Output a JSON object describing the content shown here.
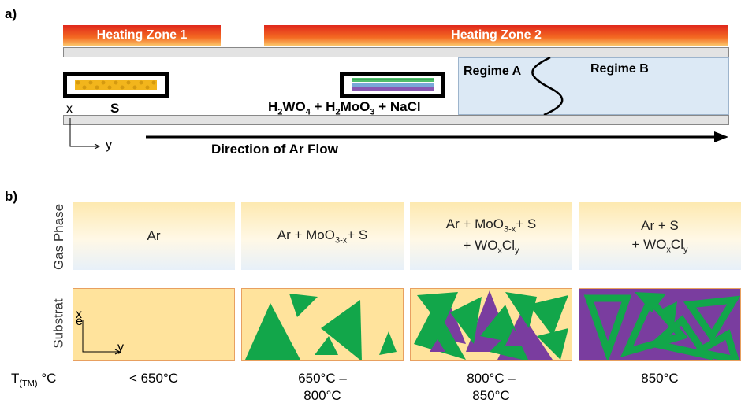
{
  "panel_a": {
    "label": "a)",
    "zone1": "Heating Zone 1",
    "zone2": "Heating Zone 2",
    "regime_a": "Regime A",
    "regime_b": "Regime B",
    "source_s": "S",
    "precursor": {
      "h2": "H",
      "sub2": "2",
      "wo": "WO",
      "sub4": "4",
      "plus1": " + H",
      "sub2b": "2",
      "moo": "MoO",
      "sub3": "3",
      "tail": " + NaCl"
    },
    "axis_x": "x",
    "axis_y": "y",
    "flow": "Direction of Ar Flow"
  },
  "panel_b": {
    "label": "b)",
    "gas_phase_label": "Gas Phase",
    "substrate_label": "Substrat",
    "substrate_label_e": "e",
    "axis_x": "x",
    "axis_y": "y",
    "temp_label_main": "T",
    "temp_label_sub": "(TM)",
    "temp_label_unit": " °C",
    "columns": [
      {
        "gas_line1": "Ar",
        "temp1": "< 650°C",
        "temp2": ""
      },
      {
        "gas_line1": "Ar + MoO",
        "gas_sub": "3-x",
        "gas_tail": "+ S",
        "temp1": "650°C –",
        "temp2": "800°C"
      },
      {
        "gas_line1": "Ar + MoO",
        "gas_sub": "3-x",
        "gas_tail": "+ S",
        "gas_line2a": "+ WO",
        "gas_line2s1": "x",
        "gas_line2b": "Cl",
        "gas_line2s2": "y",
        "temp1": "800°C –",
        "temp2": "850°C"
      },
      {
        "gas_line1": "Ar + S",
        "gas_line2a": "+ WO",
        "gas_line2s1": "x",
        "gas_line2b": "Cl",
        "gas_line2s2": "y",
        "temp1": "850°C",
        "temp2": ""
      }
    ]
  },
  "colors": {
    "green": "#12a64a",
    "purple": "#7a3d9f",
    "yellow": "#ffe39c",
    "red": "#e0281c"
  }
}
